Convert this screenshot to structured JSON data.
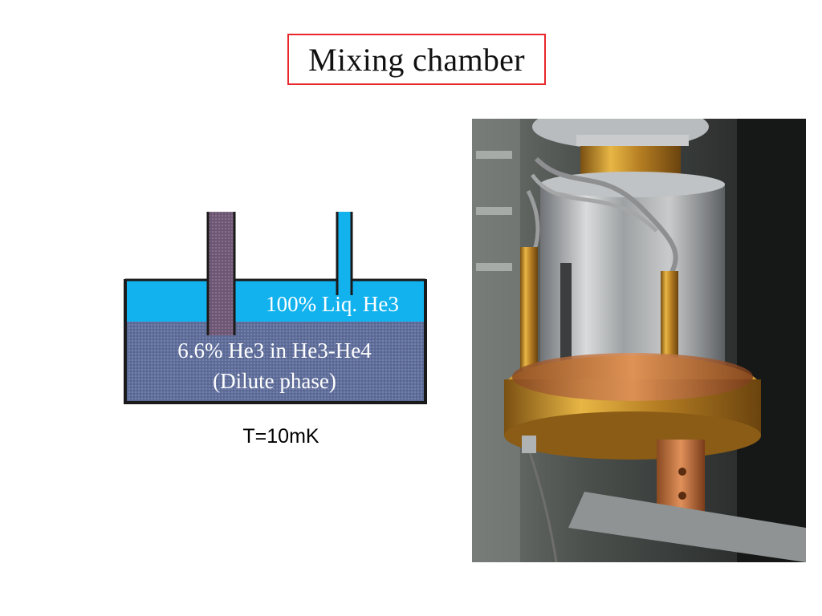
{
  "title": "Mixing chamber",
  "diagram": {
    "upper_phase_label": "100% Liq. He3",
    "lower_phase_label_line1": "6.6% He3 in He3-He4",
    "lower_phase_label_line2": "(Dilute phase)",
    "temperature": "T=10mK",
    "colors": {
      "upper_phase": "#12b2ef",
      "lower_phase": "#5f6d98",
      "outline": "#1a1a1a",
      "title_border": "#e8262b"
    }
  },
  "photo": {
    "subject": "mixing-chamber-hardware-photo"
  }
}
